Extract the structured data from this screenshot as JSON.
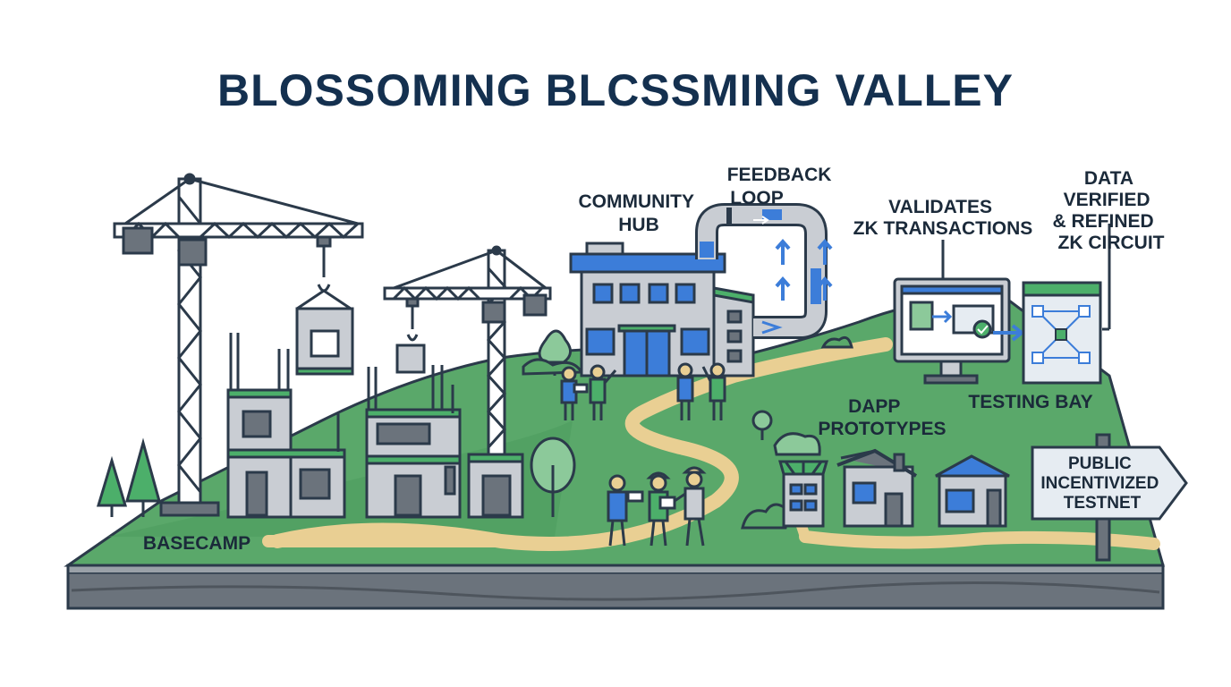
{
  "title": "BLOSSOMING BLCSSMING VALLEY",
  "labels": {
    "community_hub": [
      "COMMUNITY",
      "HUB"
    ],
    "feedback_loop": [
      "FEEDBACK",
      "LOOP"
    ],
    "validates": [
      "VALIDATES",
      "ZK TRANSACTIONS"
    ],
    "data_verified": [
      "DATA",
      "VERIFIED",
      "& REFINED",
      "ZK CIRCUIT"
    ],
    "testing_bay": "TESTING BAY",
    "dapp": [
      "DAPP",
      "PROTOTYPES"
    ],
    "basecamp": "BASECAMP",
    "testnet_sign": [
      "PUBLIC",
      "INCENTIVIZED",
      "TESTNET"
    ]
  },
  "colors": {
    "navy": "#14304f",
    "outline": "#2b3a4a",
    "grass": "#5aa86a",
    "grass_light": "#8cc99a",
    "path": "#e9cf93",
    "building": "#c9cdd3",
    "accent_blue": "#3c7dd9",
    "accent_green": "#4caf6a",
    "ground_gray": "#6b737c"
  },
  "icons": [
    "crane-icon",
    "building-icon",
    "pipe-icon",
    "monitor-icon",
    "network-icon",
    "signpost-icon",
    "tree-icon",
    "person-icon"
  ]
}
